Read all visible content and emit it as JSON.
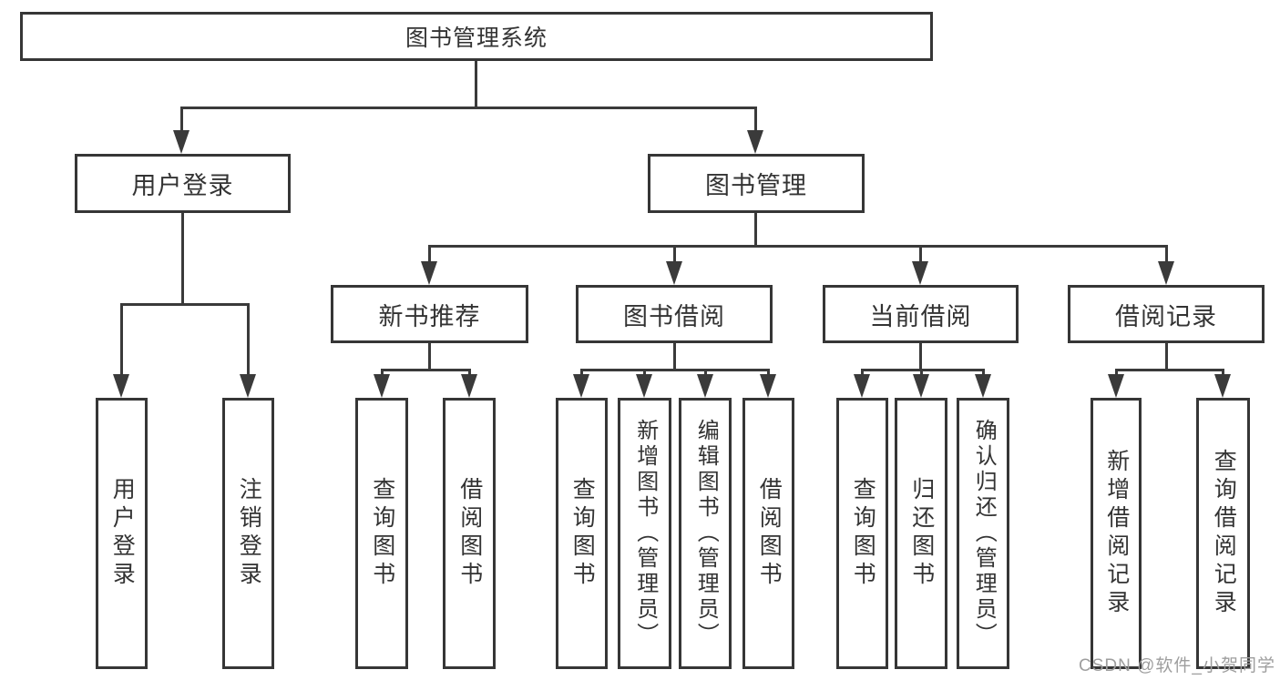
{
  "diagram": {
    "type": "tree",
    "root": "图书管理系统",
    "branches": [
      {
        "label": "用户登录",
        "children": [
          {
            "label": "用户登录"
          },
          {
            "label": "注销登录"
          }
        ]
      },
      {
        "label": "图书管理",
        "children": [
          {
            "label": "新书推荐",
            "children": [
              {
                "label": "查询图书"
              },
              {
                "label": "借阅图书"
              }
            ]
          },
          {
            "label": "图书借阅",
            "children": [
              {
                "label": "查询图书"
              },
              {
                "label": "新增图书（管理员）"
              },
              {
                "label": "编辑图书（管理员）"
              },
              {
                "label": "借阅图书"
              }
            ]
          },
          {
            "label": "当前借阅",
            "children": [
              {
                "label": "查询图书"
              },
              {
                "label": "归还图书"
              },
              {
                "label": "确认归还（管理员）"
              }
            ]
          },
          {
            "label": "借阅记录",
            "children": [
              {
                "label": "新增借阅记录"
              },
              {
                "label": "查询借阅记录"
              }
            ]
          }
        ]
      }
    ],
    "colors": {
      "line": "#3a3a3a",
      "text": "#333333",
      "background": "#ffffff",
      "watermark": "#9e9e9e"
    }
  },
  "watermark": "CSDN @软件_小贺同学"
}
